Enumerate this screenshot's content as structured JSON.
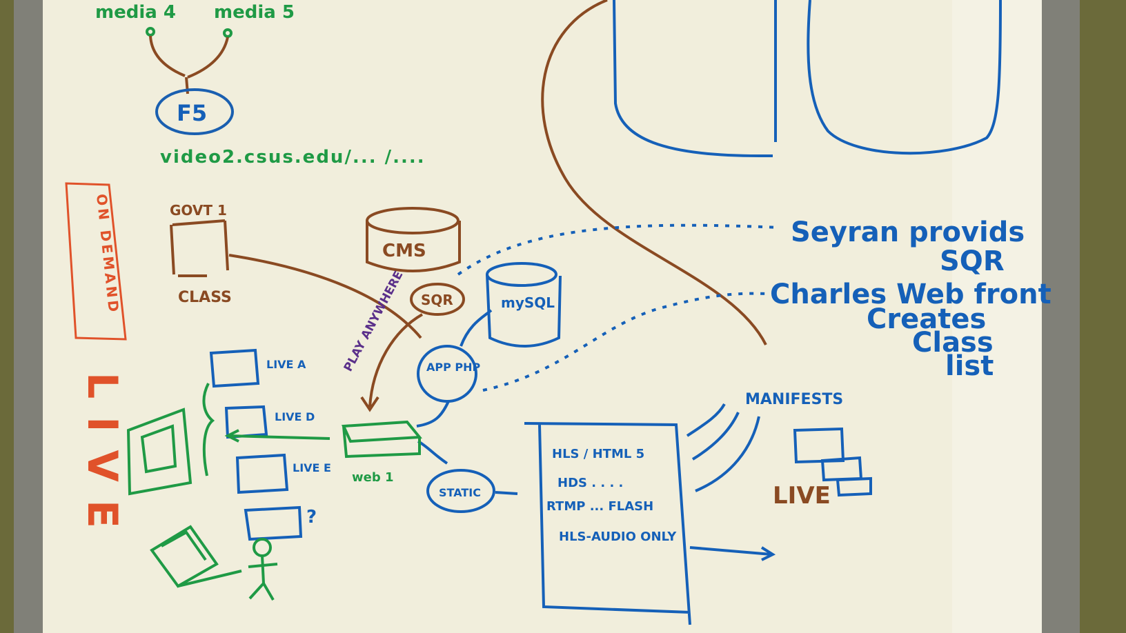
{
  "colors": {
    "wall": "#6e6c3a",
    "frame": "#7c7c78",
    "board": "#f2efdf",
    "green": "#1f9a45",
    "brown": "#8a4a22",
    "blue": "#1560b8",
    "orange": "#e0522a",
    "purple": "#5a2f8a"
  },
  "labels": {
    "media4": "media 4",
    "media5": "media 5",
    "f5": "F5",
    "url": "video2.csus.edu/... /....",
    "on_demand": "ON DEMAND",
    "live_vertical": "LIVE",
    "govt1": "GOVT 1",
    "class_label": "CLASS",
    "cms": "CMS",
    "sqr": "SQR",
    "mysql": "mySQL",
    "play_anywhere": "PLAY ANYWHERE",
    "app_php": "APP PHP",
    "web1": "web 1",
    "static": "STATIC",
    "live_a": "LIVE A",
    "live_d": "LIVE D",
    "live_e": "LIVE E",
    "question": "?",
    "seyran_1": "Seyran provids",
    "seyran_2": "SQR",
    "charles_1": "Charles Web front",
    "charles_2": "Creates",
    "charles_3": "Class",
    "charles_4": "list",
    "manifests": "MANIFESTS",
    "live_brown": "LIVE",
    "hls_html5": "HLS / HTML 5",
    "hds": "HDS . . . .",
    "rtmp": "RTMP ... FLASH",
    "hls_audio": "HLS-AUDIO ONLY"
  }
}
